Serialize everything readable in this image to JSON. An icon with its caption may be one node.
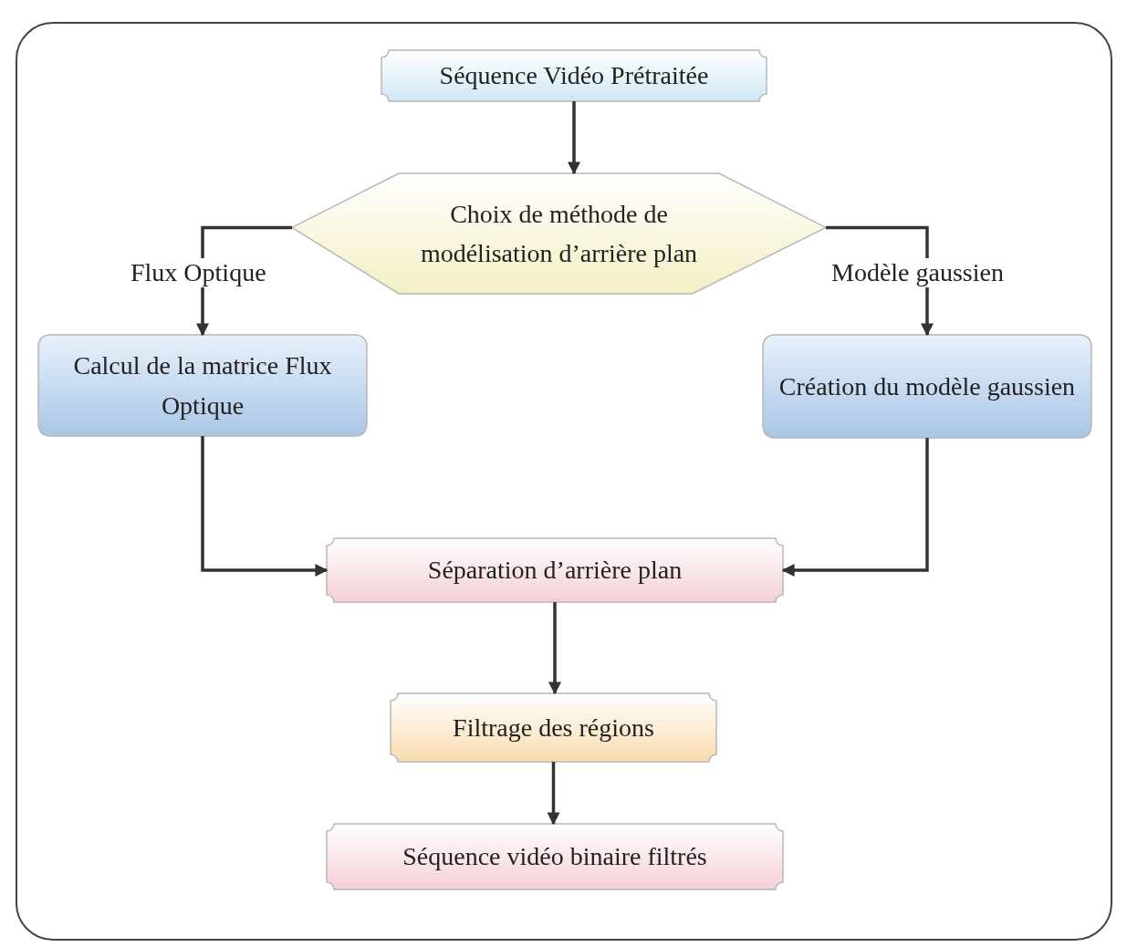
{
  "diagram": {
    "nodes": [
      {
        "text": [
          "Séquence Vidéo Prétraitée"
        ]
      },
      {
        "text": [
          "Choix de méthode de modélisation d’arrière plan"
        ]
      },
      {
        "text": [
          "Calcul de la matrice Flux Optique"
        ]
      },
      {
        "text": [
          "Création du modèle gaussien"
        ]
      },
      {
        "text": [
          "Séparation d’arrière plan"
        ]
      },
      {
        "text": [
          "Filtrage des régions"
        ]
      },
      {
        "text": [
          "Séquence vidéo binaire filtrés"
        ]
      }
    ],
    "edges": [
      {
        "from": 0,
        "to": 1,
        "arrow": "to"
      },
      {
        "from": 1,
        "to": 2,
        "arrow": "to",
        "label": "Flux Optique"
      },
      {
        "from": 1,
        "to": 3,
        "arrow": "to",
        "label": "Modèle gaussien"
      },
      {
        "from": 2,
        "to": 4,
        "arrow": "to"
      },
      {
        "from": 3,
        "to": 4,
        "arrow": "to"
      },
      {
        "from": 4,
        "to": 5,
        "arrow": "to"
      },
      {
        "from": 5,
        "to": 6,
        "arrow": "to"
      }
    ]
  }
}
